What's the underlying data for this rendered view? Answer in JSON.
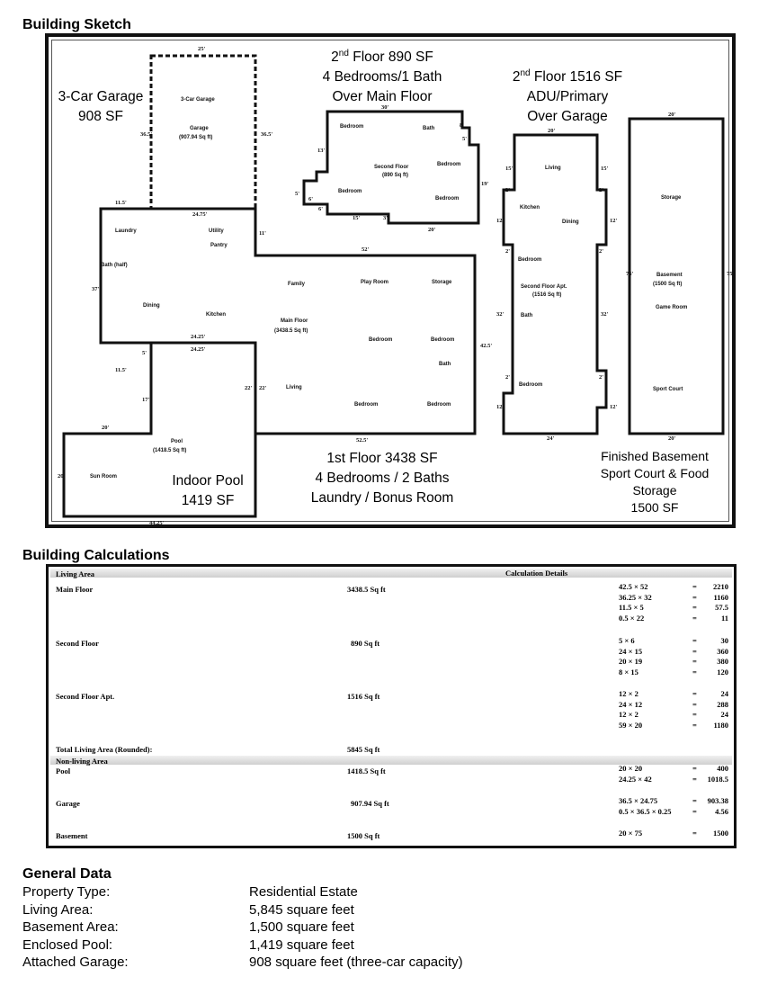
{
  "sections": {
    "sketch_title": "Building Sketch",
    "calc_title": "Building Calculations",
    "general_title": "General Data"
  },
  "captions": {
    "garage": [
      "3-Car Garage",
      "908 SF"
    ],
    "second_floor": {
      "sup": "nd",
      "pre": "2",
      "line1": " Floor  890 SF",
      "line2": "4 Bedrooms/1 Bath",
      "line3": "Over Main Floor"
    },
    "second_floor_apt": {
      "sup": "nd",
      "pre": "2",
      "line1": " Floor  1516 SF",
      "line2": "ADU/Primary",
      "line3": "Over Garage"
    },
    "first_floor": [
      "1st Floor 3438 SF",
      "4 Bedrooms / 2 Baths",
      "Laundry / Bonus Room"
    ],
    "pool": [
      "Indoor Pool",
      "1419 SF"
    ],
    "basement": [
      "Finished Basement",
      "Sport Court & Food",
      "Storage",
      "1500 SF"
    ]
  },
  "sketch_labels": {
    "garage_room": "3-Car Garage",
    "garage_name": "Garage",
    "garage_area": "(907.94 Sq ft)",
    "laundry": "Laundry",
    "utility": "Utility",
    "pantry": "Pantry",
    "bath_half": "Bath (half)",
    "dining": "Dining",
    "kitchen": "Kitchen",
    "family": "Family",
    "play_room": "Play Room",
    "storage": "Storage",
    "main_floor": "Main Floor",
    "main_floor_area": "(3438.5 Sq ft)",
    "bedroom": "Bedroom",
    "bath": "Bath",
    "living": "Living",
    "pool": "Pool",
    "pool_area": "(1418.5 Sq ft)",
    "sun_room": "Sun Room",
    "second_floor": "Second Floor",
    "second_floor_area": "(890 Sq ft)",
    "living_apt": "Living",
    "kitchen_apt": "Kitchen",
    "dining_apt": "Dining",
    "apt_name": "Second Floor Apt.",
    "apt_area": "(1516 Sq ft)",
    "basement_storage": "Storage",
    "basement_name": "Basement",
    "basement_area": "(1500 Sq ft)",
    "game_room": "Game Room",
    "sport_court": "Sport Court"
  },
  "sketch_dims": {
    "d25": "25'",
    "d365": "36.5'",
    "d115": "11.5'",
    "d2475": "24.75'",
    "d11": "11'",
    "d52": "52'",
    "d37": "37'",
    "d2425": "24.25'",
    "d5": "5'",
    "d17": "17'",
    "d22": "22'",
    "d20": "20'",
    "d4425": "44.25'",
    "d525": "52.5'",
    "d425": "42.5'",
    "d30": "30'",
    "d13": "13'",
    "d6": "6'",
    "d15": "15'",
    "d3": "3'",
    "d8": "8'",
    "d19": "19'",
    "d2": "2'",
    "d12": "12'",
    "d24": "24'",
    "d75": "75'",
    "d32": "32'"
  },
  "calc": {
    "living_area": "Living Area",
    "calc_details": "Calculation Details",
    "non_living_area": "Non-living Area",
    "rows": [
      {
        "name": "Main Floor",
        "area": "3438.5 Sq ft",
        "details": [
          [
            "42.5 × 52",
            "2210"
          ],
          [
            "36.25 × 32",
            "1160"
          ],
          [
            "11.5 × 5",
            "57.5"
          ],
          [
            "0.5 × 22",
            "11"
          ]
        ]
      },
      {
        "name": "Second Floor",
        "area": "890 Sq ft",
        "details": [
          [
            "5 × 6",
            "30"
          ],
          [
            "24 × 15",
            "360"
          ],
          [
            "20 × 19",
            "380"
          ],
          [
            "8 × 15",
            "120"
          ]
        ]
      },
      {
        "name": "Second Floor Apt.",
        "area": "1516 Sq ft",
        "details": [
          [
            "12 × 2",
            "24"
          ],
          [
            "24 × 12",
            "288"
          ],
          [
            "12 × 2",
            "24"
          ],
          [
            "59 × 20",
            "1180"
          ]
        ]
      },
      {
        "name": "Pool",
        "area": "1418.5 Sq ft",
        "details": [
          [
            "20 × 20",
            "400"
          ],
          [
            "24.25 × 42",
            "1018.5"
          ]
        ]
      },
      {
        "name": "Garage",
        "area": "907.94 Sq ft",
        "details": [
          [
            "36.5 × 24.75",
            "903.38"
          ],
          [
            "0.5 × 36.5 × 0.25",
            "4.56"
          ]
        ]
      },
      {
        "name": "Basement",
        "area": "1500 Sq ft",
        "details": [
          [
            "20 × 75",
            "1500"
          ]
        ]
      }
    ],
    "total_label": "Total Living Area (Rounded):",
    "total_value": "5845 Sq ft",
    "eq": "="
  },
  "general": [
    {
      "key": "Property Type:",
      "value": "Residential Estate"
    },
    {
      "key": "Living Area:",
      "value": "5,845 square feet"
    },
    {
      "key": "Basement Area:",
      "value": "1,500 square feet"
    },
    {
      "key": "Enclosed Pool:",
      "value": "1,419 square feet"
    },
    {
      "key": "Attached Garage:",
      "value": "908 square feet (three-car capacity)"
    }
  ]
}
